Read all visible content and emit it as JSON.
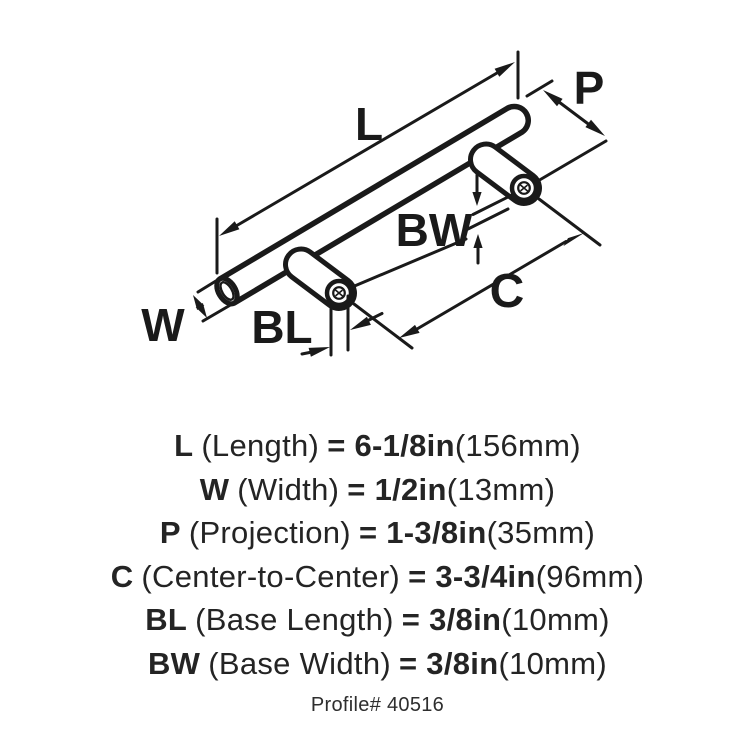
{
  "diagram": {
    "type": "technical-line-drawing",
    "subject": "bar pull handle with two mounting posts, isometric view",
    "ink_color": "#1a1a1a",
    "background": "#ffffff",
    "labels": {
      "L": "L",
      "P": "P",
      "BW": "BW",
      "C": "C",
      "W": "W",
      "BL": "BL"
    }
  },
  "legend": {
    "rows": [
      {
        "symbol": "L",
        "name": "(Length)",
        "value": "= 6-1/8in",
        "metric": "(156mm)"
      },
      {
        "symbol": "W",
        "name": "(Width)",
        "value": "= 1/2in",
        "metric": "(13mm)"
      },
      {
        "symbol": "P",
        "name": "(Projection)",
        "value": "= 1-3/8in",
        "metric": "(35mm)"
      },
      {
        "symbol": "C",
        "name": "(Center-to-Center)",
        "value": "= 3-3/4in",
        "metric": "(96mm)"
      },
      {
        "symbol": "BL",
        "name": "(Base Length)",
        "value": "= 3/8in",
        "metric": "(10mm)"
      },
      {
        "symbol": "BW",
        "name": "(Base Width)",
        "value": "= 3/8in",
        "metric": "(10mm)"
      }
    ]
  },
  "footer": {
    "profile": "Profile# 40516"
  }
}
